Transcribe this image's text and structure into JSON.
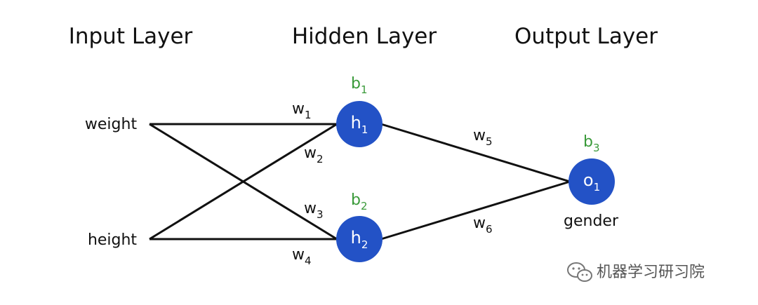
{
  "layers": {
    "input_title": "Input Layer",
    "hidden_title": "Hidden Layer",
    "output_title": "Output Layer"
  },
  "inputs": {
    "weight": "weight",
    "height": "height"
  },
  "nodes": {
    "h1": {
      "base": "h",
      "sub": "1"
    },
    "h2": {
      "base": "h",
      "sub": "2"
    },
    "o1": {
      "base": "o",
      "sub": "1"
    },
    "output_label": "gender"
  },
  "biases": {
    "b1": {
      "base": "b",
      "sub": "1"
    },
    "b2": {
      "base": "b",
      "sub": "2"
    },
    "b3": {
      "base": "b",
      "sub": "3"
    }
  },
  "weights": {
    "w1": {
      "base": "w",
      "sub": "1"
    },
    "w2": {
      "base": "w",
      "sub": "2"
    },
    "w3": {
      "base": "w",
      "sub": "3"
    },
    "w4": {
      "base": "w",
      "sub": "4"
    },
    "w5": {
      "base": "w",
      "sub": "5"
    },
    "w6": {
      "base": "w",
      "sub": "6"
    }
  },
  "watermark": {
    "text": "机器学习研习院",
    "icon": "wechat-icon"
  },
  "colors": {
    "node_fill": "#2352c6",
    "bias_text": "#3a9a3a",
    "edge": "#111111"
  }
}
